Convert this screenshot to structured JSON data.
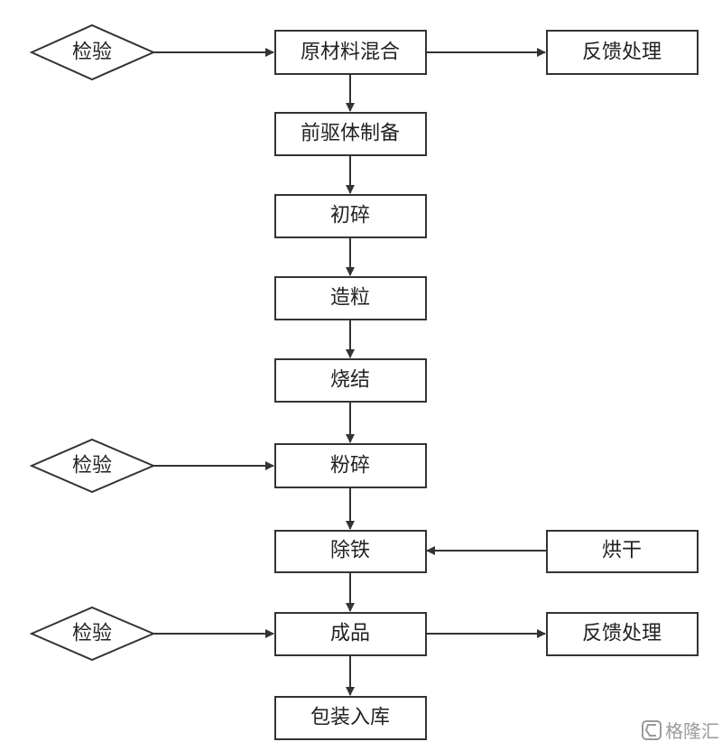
{
  "colors": {
    "stroke": "#333333",
    "text": "#222222",
    "watermark": "#9a9a9a"
  },
  "nodes": {
    "inspect_1": "检验",
    "mixing": "原材料混合",
    "feedback_1": "反馈处理",
    "precursor": "前驱体制备",
    "crush": "初碎",
    "granulate": "造粒",
    "sinter": "烧结",
    "inspect_2": "检验",
    "pulverize": "粉碎",
    "iron_removal": "除铁",
    "drying": "烘干",
    "inspect_3": "检验",
    "product": "成品",
    "feedback_2": "反馈处理",
    "package": "包装入库"
  },
  "watermark": {
    "text": "格隆汇",
    "icon": "gelonghui-logo-icon"
  }
}
